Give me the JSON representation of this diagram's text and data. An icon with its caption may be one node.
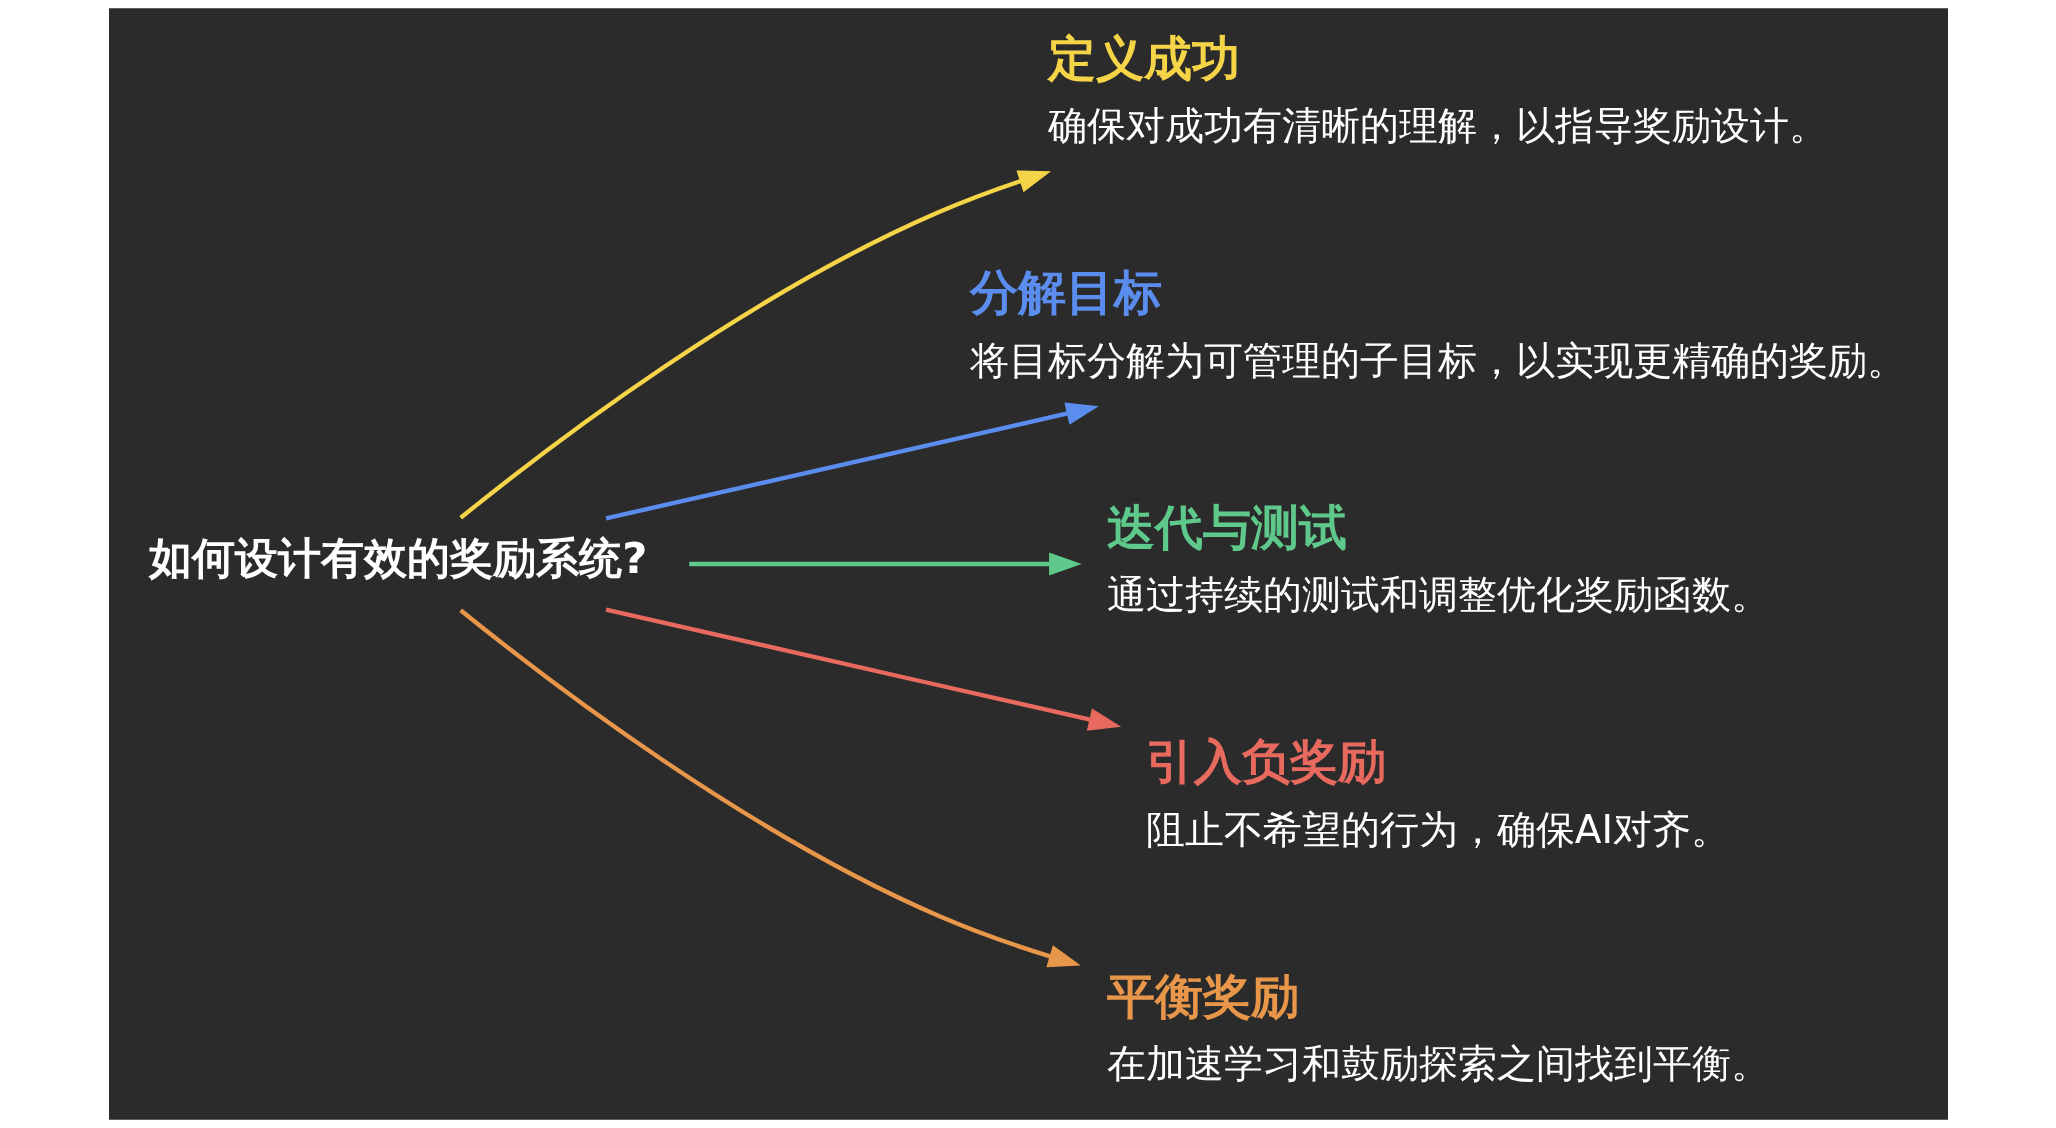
{
  "diagram": {
    "nodes": [
      {
        "text": [
          "如何设计有效的奖励系统?"
        ]
      },
      {
        "text": [
          "定义成功",
          "确保对成功有清晰的理解，以指导奖励设计。"
        ]
      },
      {
        "text": [
          "分解目标",
          "将目标分解为可管理的子目标，以实现更精确的奖励。"
        ]
      },
      {
        "text": [
          "迭代与测试",
          "通过持续的测试和调整优化奖励函数。"
        ]
      },
      {
        "text": [
          "引入负奖励",
          "阻止不希望的行为，确保AI对齐。"
        ]
      },
      {
        "text": [
          "平衡奖励",
          "在加速学习和鼓励探索之间找到平衡。"
        ]
      }
    ],
    "edges": [
      {
        "from": 0,
        "to": 1,
        "arrow": "to",
        "color": "#f5d547"
      },
      {
        "from": 0,
        "to": 2,
        "arrow": "to",
        "color": "#5b8def"
      },
      {
        "from": 0,
        "to": 3,
        "arrow": "to",
        "color": "#5ec98a"
      },
      {
        "from": 0,
        "to": 4,
        "arrow": "to",
        "color": "#e86a5f"
      },
      {
        "from": 0,
        "to": 5,
        "arrow": "to",
        "color": "#e8964a"
      }
    ]
  }
}
